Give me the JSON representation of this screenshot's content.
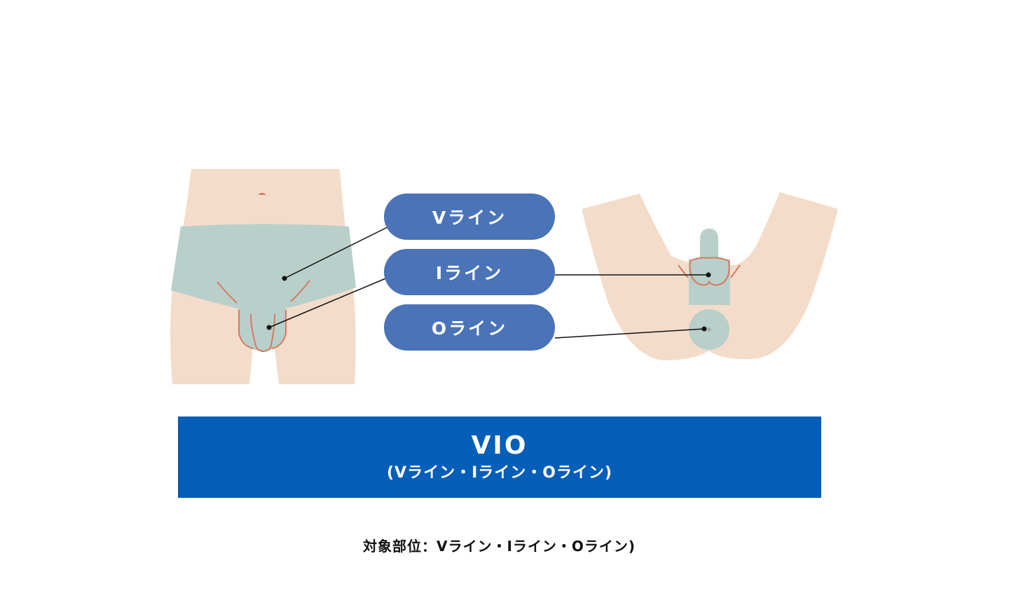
{
  "labels": [
    {
      "id": "v",
      "text": "Vライン"
    },
    {
      "id": "i",
      "text": "Iライン"
    },
    {
      "id": "o",
      "text": "Oライン"
    }
  ],
  "banner": {
    "title": "VIO",
    "subtitle": "(Vライン・Iライン・Oライン)"
  },
  "caption": "対象部位：Vライン・Iライン・Oライン)",
  "colors": {
    "skin": "#f4dccb",
    "target_area": "#b9cfca",
    "outline": "#d87a60",
    "pill": "#4a73b8",
    "banner": "#055eb8"
  }
}
